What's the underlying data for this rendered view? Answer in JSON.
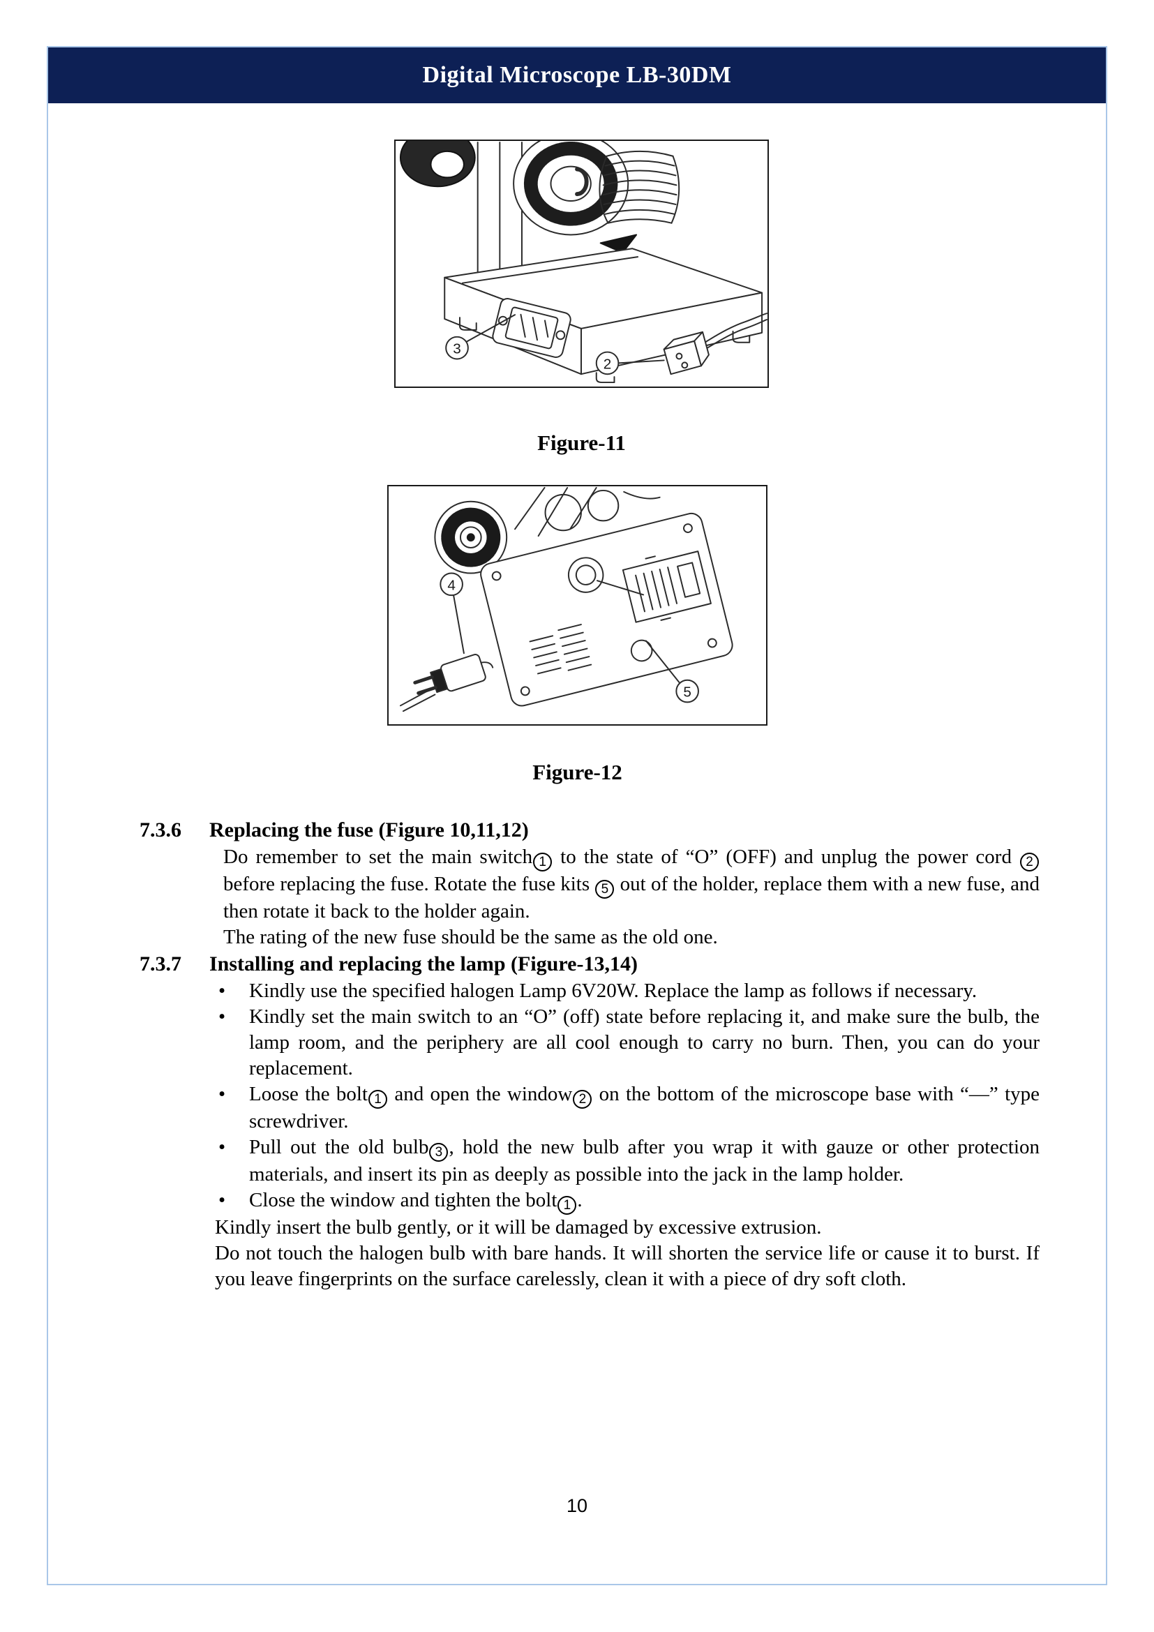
{
  "header": {
    "title": "Digital Microscope LB-30DM"
  },
  "figures": [
    {
      "caption": "Figure-11",
      "labels": {
        "socket": "3",
        "plug": "2"
      }
    },
    {
      "caption": "Figure-12",
      "labels": {
        "plug": "4",
        "fuse": "5"
      }
    }
  ],
  "sections": [
    {
      "number": "7.3.6",
      "title": "Replacing the fuse (Figure 10,11,12)",
      "paragraphs": [
        "Do remember to set the main switch① to the state of “O” (OFF) and unplug the power cord ② before replacing the fuse. Rotate the fuse kits ⑤ out of the holder, replace them with a new fuse, and then rotate it back to the holder again.",
        "The rating of the new fuse should be the same as the old one."
      ]
    },
    {
      "number": "7.3.7",
      "title": "Installing and replacing the lamp (Figure-13,14)",
      "bullets": [
        "Kindly use the specified halogen Lamp 6V20W. Replace the lamp as follows if necessary.",
        "Kindly set the main switch to an “O” (off) state before replacing it, and make sure the bulb, the lamp room, and the periphery are all cool enough to carry no burn. Then, you can do your replacement.",
        "Loose the bolt① and open the window② on the bottom of the microscope base with “—” type screwdriver.",
        "Pull out the old bulb③, hold the new bulb after you wrap it with gauze or other protection materials, and insert its pin as deeply as possible into the jack in the lamp holder.",
        "Close the window and tighten the bolt①."
      ],
      "paragraphs": [
        "Kindly insert the bulb gently, or it will be damaged by excessive extrusion.",
        "Do not touch the halogen bulb with bare hands. It will shorten the service life or cause it to burst. If you leave fingerprints on the surface carelessly, clean it with a piece of dry soft cloth."
      ]
    }
  ],
  "footer": {
    "page_number": "10"
  },
  "colors": {
    "header_bg": "#0d2055",
    "page_border": "#a9c6e8",
    "drawing_line": "#2b2b2b",
    "text": "#000000"
  }
}
